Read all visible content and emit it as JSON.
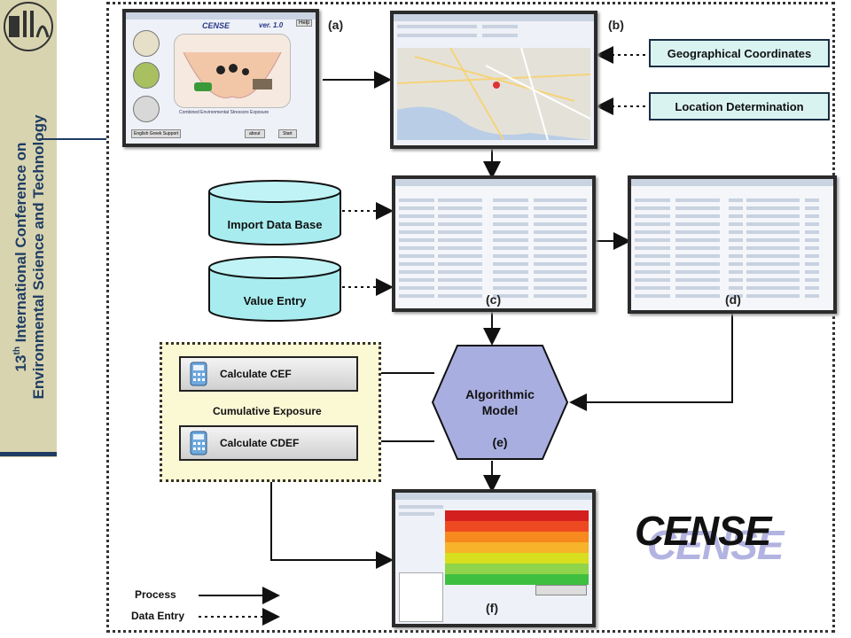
{
  "sidebar": {
    "title_line1_prefix": "13",
    "title_line1_sup": "th",
    "title_line1_rest": " International Conference on",
    "title_line2": "Environmental Science and Technology"
  },
  "panels": {
    "a": {
      "label": "(a)",
      "app_title": "CENSE",
      "version": "ver. 1.0",
      "subtitle": "Combined Environmental Stressors Exposure",
      "btn_about": "about",
      "btn_start": "Start",
      "btn_support": "English Greek Support",
      "help": "Help"
    },
    "b": {
      "label": "(b)"
    },
    "c": {
      "label": "(c)"
    },
    "d": {
      "label": "(d)"
    },
    "e": {
      "label": "(e)"
    },
    "f": {
      "label": "(f)"
    }
  },
  "callouts": {
    "geo": "Geographical Coordinates",
    "location": "Location Determination"
  },
  "databases": {
    "import": "Import Data Base",
    "value": "Value Entry"
  },
  "model": {
    "line1": "Algorithmic",
    "line2": "Model"
  },
  "cumulative": {
    "label": "Cumulative Exposure",
    "cef": "Calculate CEF",
    "cdef": "Calculate CDEF"
  },
  "legend": {
    "process": "Process",
    "data_entry": "Data Entry"
  },
  "logo": "CENSE",
  "colors": {
    "callout_bg": "#d9f3f1",
    "db_fill": "#a8ecef",
    "hexagon": "#a9aee0",
    "cum_bg": "#fbf8d4",
    "title": "#1f3d62"
  }
}
